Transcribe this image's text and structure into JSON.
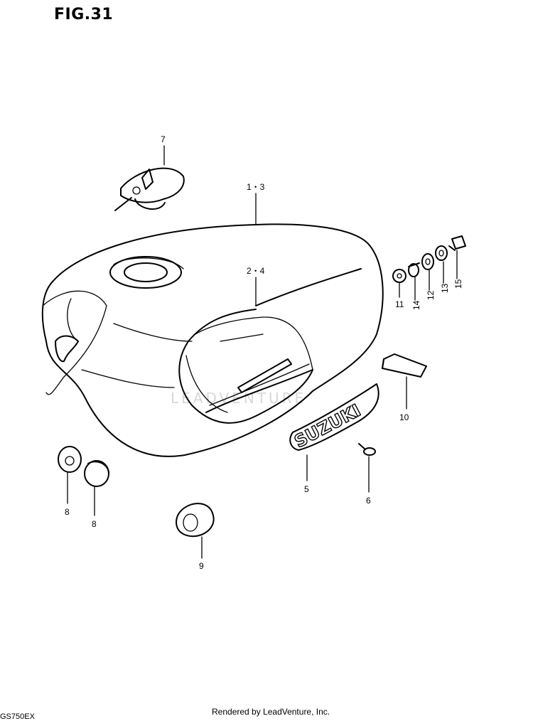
{
  "figure": {
    "title": "FIG.31"
  },
  "watermark": "LEADVENTURE",
  "emblem_text": "SUZUKI",
  "callouts": {
    "c1_3": "1・3",
    "c2_4": "2・4",
    "c5": "5",
    "c6": "6",
    "c7": "7",
    "c8a": "8",
    "c8b": "8",
    "c9": "9",
    "c10": "10",
    "c11": "11",
    "c12": "12",
    "c13": "13",
    "c14": "14",
    "c15": "15"
  },
  "footer": {
    "rendered_by": "Rendered by LeadVenture, Inc."
  },
  "model_code": "GS750EX"
}
